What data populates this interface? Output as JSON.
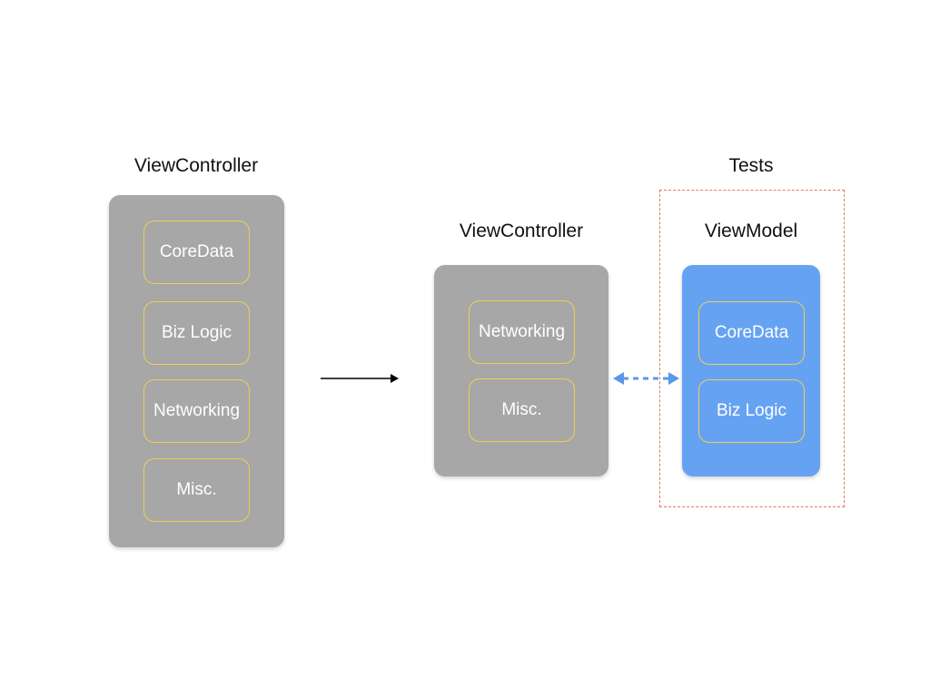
{
  "before": {
    "title": "ViewController",
    "modules": [
      "CoreData",
      "Biz Logic",
      "Networking",
      "Misc."
    ]
  },
  "after": {
    "view_controller": {
      "title": "ViewController",
      "modules": [
        "Networking",
        "Misc."
      ]
    },
    "tests": {
      "title": "Tests"
    },
    "view_model": {
      "title": "ViewModel",
      "modules": [
        "CoreData",
        "Biz Logic"
      ]
    }
  },
  "colors": {
    "panel_gray": "#a6a7a6",
    "panel_blue": "#66a2f2",
    "module_border": "#f1cf50",
    "tests_border": "#e07766",
    "binding_arrow": "#5b97ea",
    "transform_arrow": "#000000"
  }
}
